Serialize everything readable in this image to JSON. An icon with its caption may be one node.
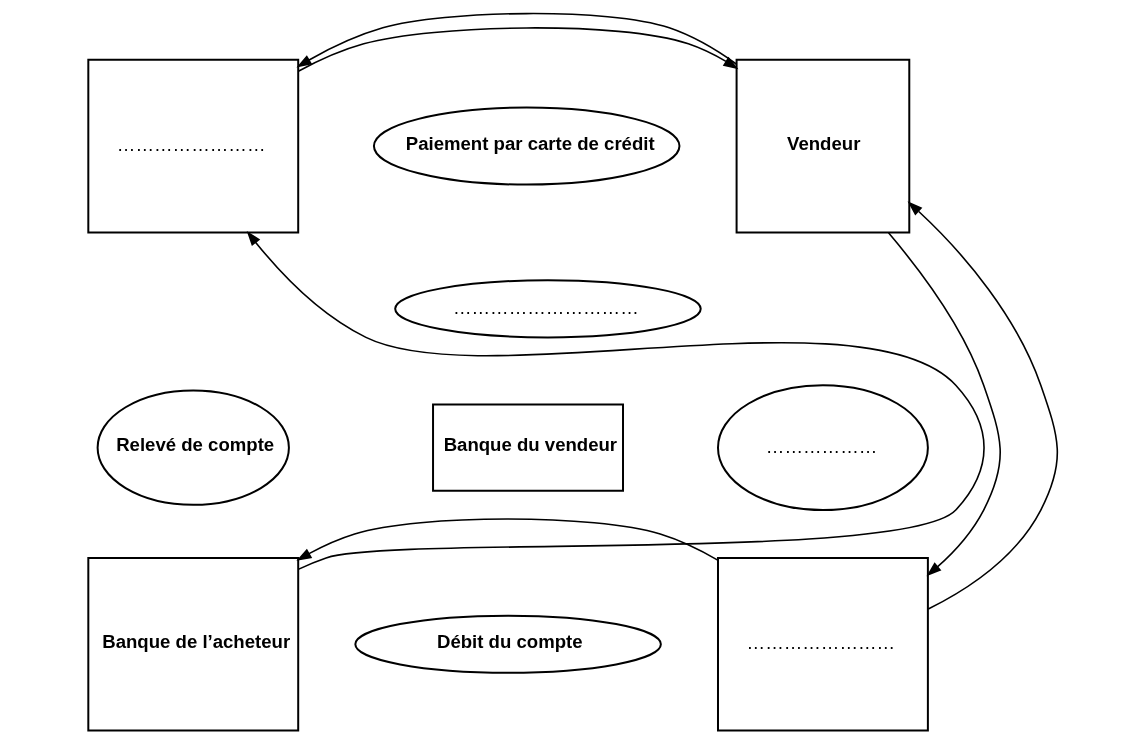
{
  "diagram": {
    "nodes": [
      {
        "text": [
          "……………………"
        ]
      },
      {
        "text": [
          "Paiement par carte de crédit"
        ]
      },
      {
        "text": [
          "Vendeur"
        ]
      },
      {
        "text": [
          "…………………………"
        ]
      },
      {
        "text": [
          "Relevé de compte"
        ]
      },
      {
        "text": [
          "Banque du vendeur"
        ]
      },
      {
        "text": [
          "………………"
        ]
      },
      {
        "text": [
          "Banque de l’acheteur"
        ]
      },
      {
        "text": [
          "Débit du compte"
        ]
      },
      {
        "text": [
          "……………………"
        ]
      }
    ],
    "edges": [
      {
        "from": 0,
        "to": 2,
        "arrow": "to"
      },
      {
        "from": 2,
        "to": 0,
        "arrow": "to"
      },
      {
        "from": 7,
        "to": 0,
        "arrow": "to"
      },
      {
        "from": 2,
        "to": 9,
        "arrow": "to"
      },
      {
        "from": 9,
        "to": 2,
        "arrow": "to"
      },
      {
        "from": 9,
        "to": 7,
        "arrow": "to"
      }
    ]
  }
}
